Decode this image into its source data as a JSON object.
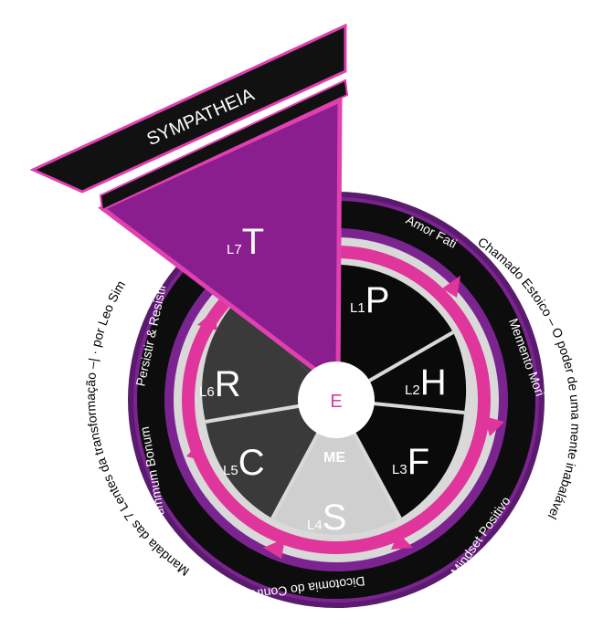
{
  "colors": {
    "magenta": "#e0359a",
    "purple_dark": "#5a1b6e",
    "purple_mid": "#7b2490",
    "purple_triangle": "#8b1e8e",
    "segment_black": "#0a0a0a",
    "segment_dark": "#3a3a3a",
    "segment_light": "#cfcfcf",
    "ring_gray": "#d9d9d9"
  },
  "banner": {
    "label": "SYMPATHEIA"
  },
  "center": {
    "label": "E"
  },
  "lenses": [
    {
      "id": "P",
      "prefix": "L1",
      "letter": "P"
    },
    {
      "id": "H",
      "prefix": "L2",
      "letter": "H"
    },
    {
      "id": "F",
      "prefix": "L3",
      "letter": "F"
    },
    {
      "id": "S",
      "prefix": "L4",
      "letter": "S"
    },
    {
      "id": "C",
      "prefix": "L5",
      "letter": "C"
    },
    {
      "id": "R",
      "prefix": "L6",
      "letter": "R"
    },
    {
      "id": "T",
      "prefix": "L7",
      "letter": "T"
    }
  ],
  "ring_labels": {
    "amor_fati": "Amor Fati",
    "memento_mori": "Memento Mori",
    "mindset_positivo": "Mindset Positivo",
    "dicotomia": "Dicotomia do Controle",
    "summum_bonum": "Summum Bonum",
    "persistir": "Persistir & Resistir"
  },
  "outer_text": {
    "right": "Chamado Estoico – O poder de uma mente inabalável",
    "left": "Mandala das 7 Lentes da transformação –|  · por Leo Sim"
  },
  "logo_text": "ME"
}
